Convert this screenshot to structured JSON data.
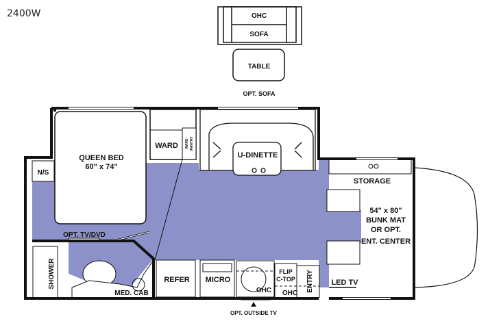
{
  "model_name": "2400W",
  "colors": {
    "floor": "#8c91c9",
    "wall": "#111111"
  },
  "optional_sofa": {
    "ohc": "OHC",
    "sofa": "SOFA",
    "table": "TABLE",
    "caption": "OPT. SOFA"
  },
  "rooms": {
    "nightstand": "N/S",
    "queen_bed": "QUEEN BED",
    "queen_bed_size": "60\" x 74\"",
    "ward": "WARD",
    "ward_pantry_1": "WARD",
    "ward_pantry_2": "/PANTRY",
    "dinette": "U-DINETTE",
    "storage": "STORAGE",
    "bunk_1": "54\" x 80\"",
    "bunk_2": "BUNK MAT",
    "bunk_3": "OR OPT.",
    "bunk_4": "ENT. CENTER",
    "tv_dvd": "OPT. TV/DVD",
    "shower": "SHOWER",
    "med_cab": "MED. CAB",
    "refer": "REFER",
    "micro": "MICRO",
    "ohc_sink": "OHC",
    "flip_1": "FLIP",
    "flip_2": "C-TOP",
    "ohc_entry": "OHC",
    "entry": "ENTRY",
    "led_tv": "LED TV",
    "outside_tv": "OPT. OUTSIDE TV"
  }
}
